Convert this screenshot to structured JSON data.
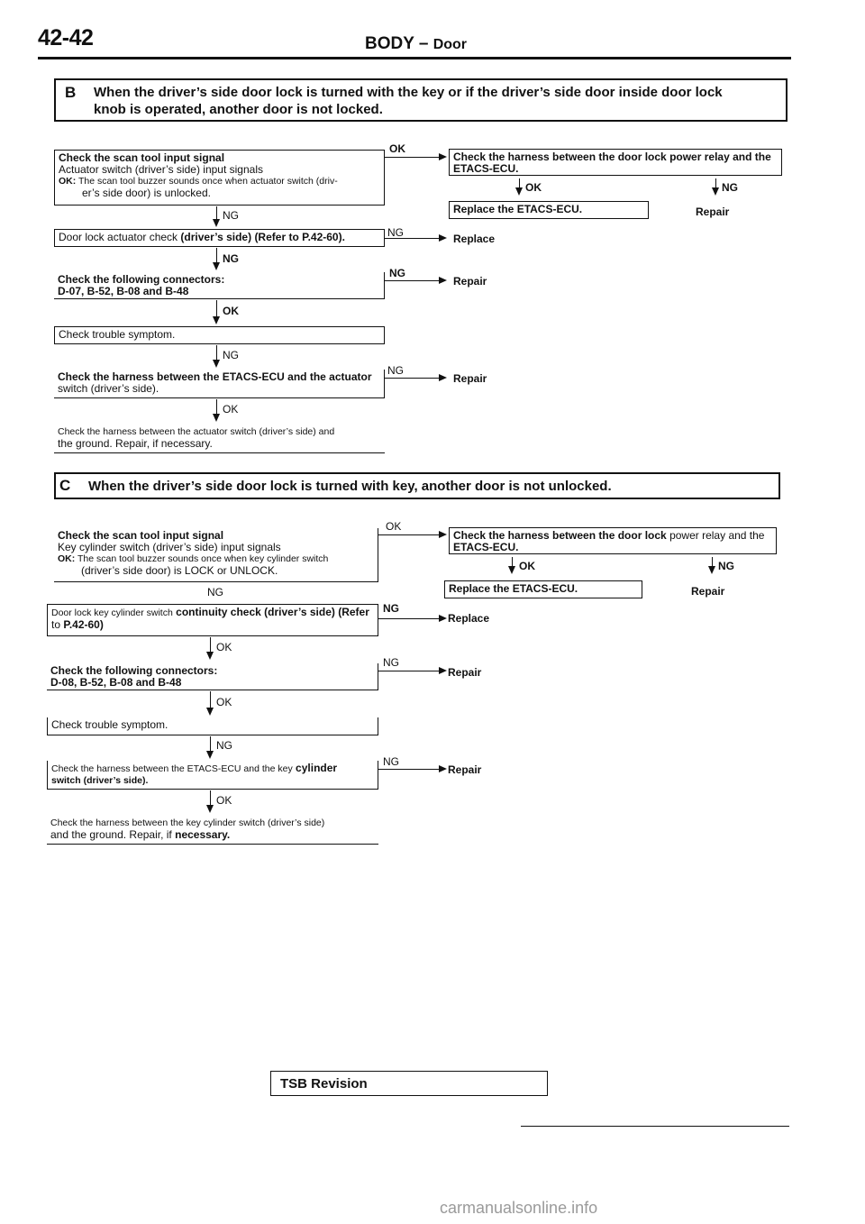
{
  "header": {
    "page_number": "42-42",
    "section": "BODY",
    "dash": "–",
    "subsection": "Door"
  },
  "section_b": {
    "letter": "B",
    "title_line1": "When the driver’s side door lock is turned with the key or if the driver’s side door inside door lock",
    "title_line2": "knob is operated, another door is not locked.",
    "step1": {
      "title": "Check the scan tool input signal",
      "line2": "Actuator switch (driver’s side) input signals",
      "ok_label": "OK:",
      "ok_text": "The scan tool buzzer sounds once when actuator switch (driv-",
      "ok_text2": "er’s side door) is unlocked."
    },
    "ok_branch": {
      "label": "OK",
      "harness_box": "Check the harness between the door lock power relay and the",
      "harness_box2": "ETACS-ECU.",
      "ok": "OK",
      "ng": "NG",
      "replace_box": "Replace the ETACS-ECU.",
      "repair": "Repair"
    },
    "ng1": "NG",
    "step2": {
      "text": "Door lock actuator check",
      "bold": "(driver’s side) (Refer to P.42-60).",
      "ng": "NG",
      "result": "Replace"
    },
    "ng2": "NG",
    "step3": {
      "line1": "Check the following connectors:",
      "line2": "D-07, B-52, B-08 and B-48",
      "ng": "NG",
      "result": "Repair"
    },
    "ok3": "OK",
    "step4": {
      "text": "Check trouble symptom."
    },
    "ng4": "NG",
    "step5": {
      "line1": "Check the harness between the ETACS-ECU and the actuator",
      "line2": "switch (driver’s side).",
      "ng": "NG",
      "result": "Repair"
    },
    "ok5": "OK",
    "step6": {
      "line1": "Check the harness between the actuator switch (driver’s side) and",
      "line2": "the ground. Repair, if necessary."
    }
  },
  "section_c": {
    "letter": "C",
    "title": "When the driver’s side door lock is turned with key, another door is not unlocked.",
    "step1": {
      "title": "Check the scan tool input signal",
      "line2": "Key cylinder switch (driver’s side) input signals",
      "ok_label": "OK:",
      "ok_text": "The scan tool buzzer sounds once when key cylinder switch",
      "ok_text2": "(driver’s side door) is LOCK or UNLOCK."
    },
    "ok_branch": {
      "label": "OK",
      "harness_box_bold": "Check the harness between the door lock",
      "harness_box_rest": "power relay and the",
      "harness_box2": "ETACS-ECU.",
      "ok": "OK",
      "ng": "NG",
      "replace_box": "Replace the ETACS-ECU.",
      "repair": "Repair"
    },
    "ng1": "NG",
    "step2": {
      "line1": "Door lock key cylinder switch",
      "line1_bold": "continuity check (driver’s side) (Refer",
      "line2": "to",
      "line2_bold": "P.42-60)",
      "ng": "NG",
      "result": "Replace"
    },
    "ok2": "OK",
    "step3": {
      "line1": "Check the following connectors:",
      "line2": "D-08, B-52, B-08 and B-48",
      "ng": "NG",
      "result": "Repair"
    },
    "ok3": "OK",
    "step4": {
      "text": "Check trouble symptom."
    },
    "ng4": "NG",
    "step5": {
      "line1": "Check the harness between the ETACS-ECU and the key",
      "line1_bold": "cylinder",
      "line2": "switch (driver’s side).",
      "ng": "NG",
      "result": "Repair"
    },
    "ok5": "OK",
    "step6": {
      "line1": "Check the harness between the key cylinder switch (driver’s side)",
      "line2": "and the ground. Repair, if",
      "line2_bold": "necessary."
    }
  },
  "footer": {
    "tsb": "TSB Revision",
    "watermark": "carmanualsonline.info"
  }
}
